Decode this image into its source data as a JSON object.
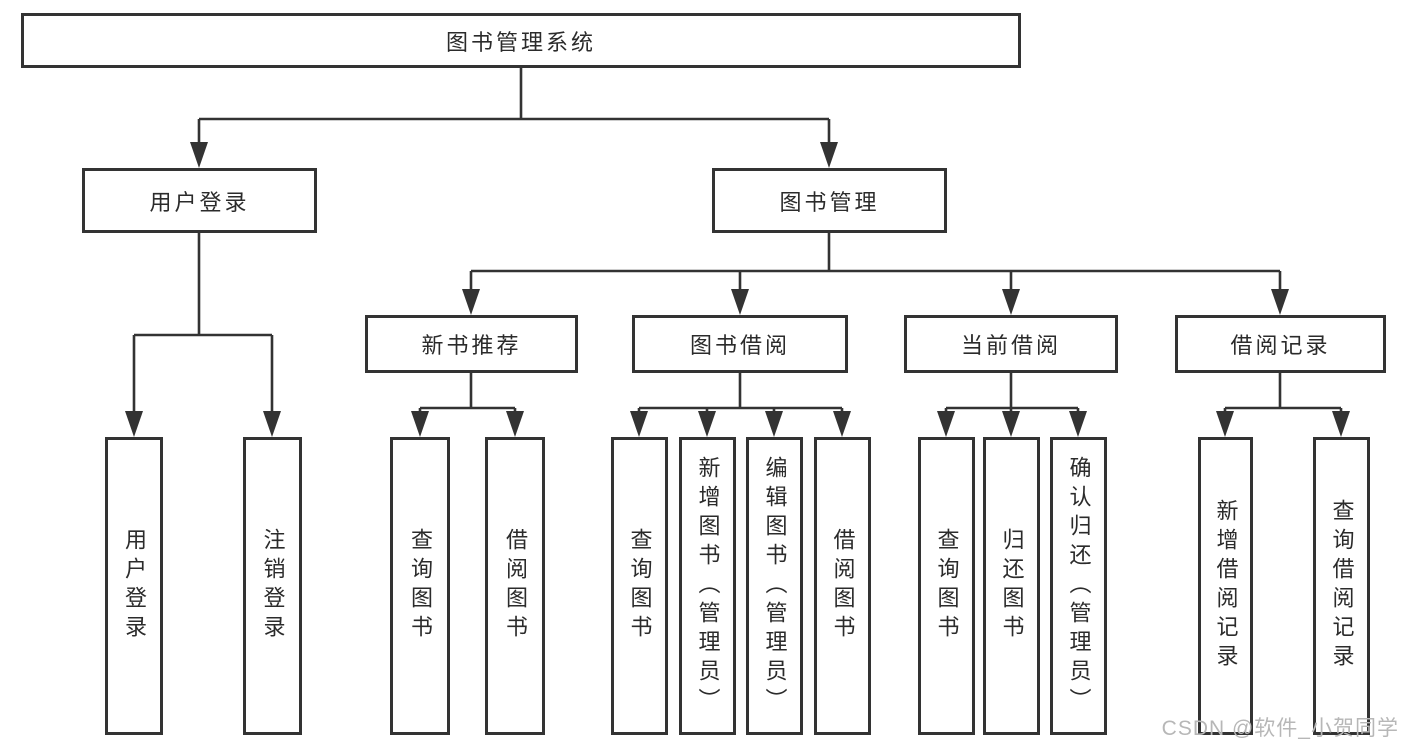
{
  "nodes": {
    "root": "图书管理系统",
    "user_login": "用户登录",
    "book_management": "图书管理",
    "new_book_recommend": "新书推荐",
    "book_borrow": "图书借阅",
    "current_borrow": "当前借阅",
    "borrow_records": "借阅记录",
    "user_login_op": "用户登录",
    "logout_op": "注销登录",
    "nb_query_books": "查询图书",
    "nb_borrow_books": "借阅图书",
    "bb_query_books": "查询图书",
    "bb_add_books": "新增图书（管理员）",
    "bb_edit_books": "编辑图书（管理员）",
    "bb_borrow_books": "借阅图书",
    "cb_query_books": "查询图书",
    "cb_return_books": "归还图书",
    "cb_confirm_return": "确认归还（管理员）",
    "br_add_record": "新增借阅记录",
    "br_query_record": "查询借阅记录"
  },
  "watermark": "CSDN @软件_小贺同学",
  "colors": {
    "line": "#333333",
    "text": "#2b2b2b",
    "background": "#ffffff",
    "watermark": "#b7b7b7"
  }
}
